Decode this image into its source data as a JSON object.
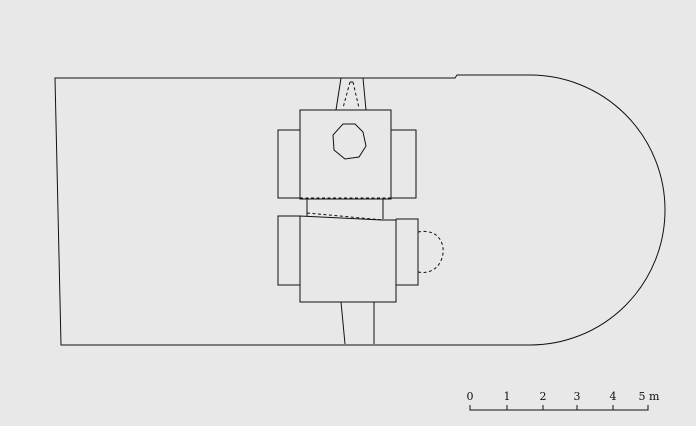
{
  "colors": {
    "background": "#e8e8e8",
    "ink": "#111111"
  },
  "scale_bar": {
    "labels": [
      "0",
      "1",
      "2",
      "3",
      "4",
      "5 m"
    ]
  }
}
